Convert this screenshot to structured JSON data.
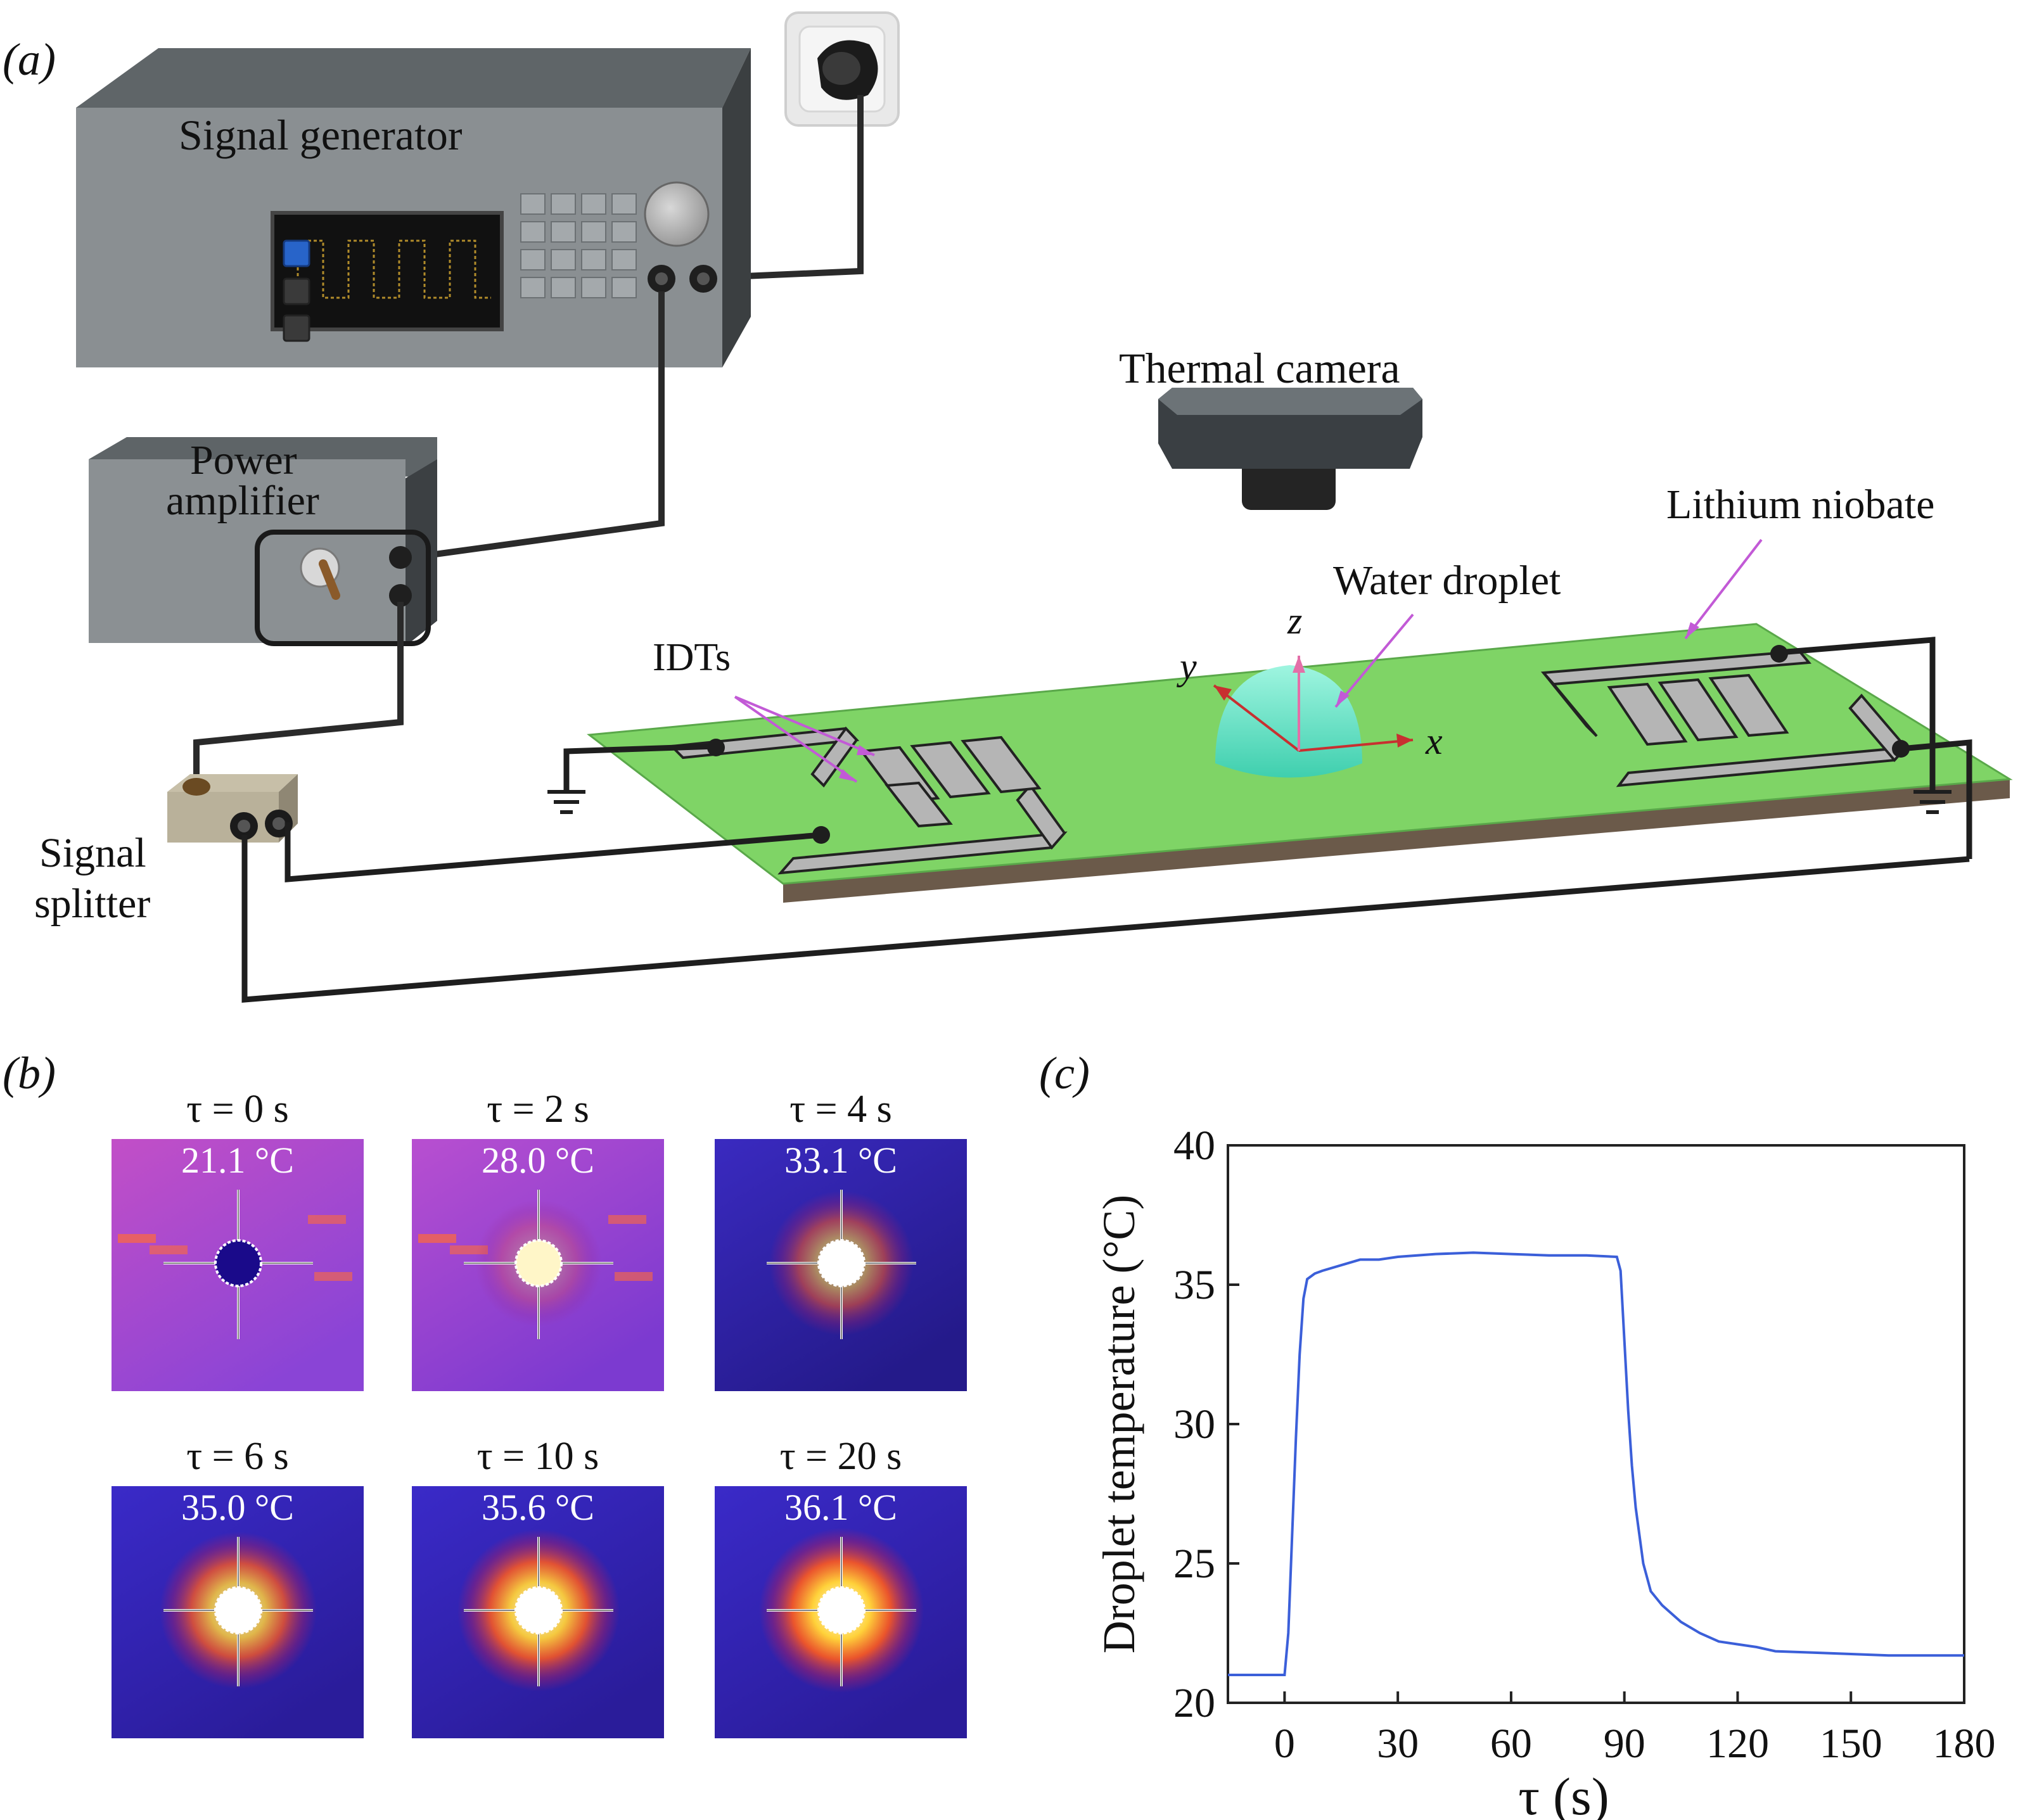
{
  "panels": {
    "a": "(a)",
    "b": "(b)",
    "c": "(c)"
  },
  "setup_labels": {
    "signal_generator": "Signal generator",
    "power_amplifier_line1": "Power",
    "power_amplifier_line2": "amplifier",
    "signal_splitter_line1": "Signal",
    "signal_splitter_line2": "splitter",
    "thermal_camera": "Thermal camera",
    "lithium_niobate": "Lithium niobate",
    "water_droplet": "Water droplet",
    "idts": "IDTs",
    "axis_x": "x",
    "axis_y": "y",
    "axis_z": "z"
  },
  "thermal_frames": [
    {
      "time": "τ = 0 s",
      "temp": "21.1 °C"
    },
    {
      "time": "τ = 2 s",
      "temp": "28.0 °C"
    },
    {
      "time": "τ = 4 s",
      "temp": "33.1 °C"
    },
    {
      "time": "τ = 6 s",
      "temp": "35.0 °C"
    },
    {
      "time": "τ = 10 s",
      "temp": "35.6 °C"
    },
    {
      "time": "τ = 20 s",
      "temp": "36.1 °C"
    }
  ],
  "chart_data": {
    "type": "line",
    "xlabel": "τ (s)",
    "ylabel": "Droplet temperature (°C)",
    "xlim": [
      -15,
      180
    ],
    "ylim": [
      20,
      40
    ],
    "xticks": [
      0,
      30,
      60,
      90,
      120,
      150,
      180
    ],
    "yticks": [
      20,
      25,
      30,
      35,
      40
    ],
    "series": [
      {
        "color": "#3b5fd9",
        "points": [
          [
            -15,
            21.0
          ],
          [
            0,
            21.0
          ],
          [
            1,
            22.5
          ],
          [
            2,
            26.0
          ],
          [
            3,
            29.5
          ],
          [
            4,
            32.5
          ],
          [
            5,
            34.5
          ],
          [
            6,
            35.2
          ],
          [
            8,
            35.4
          ],
          [
            10,
            35.5
          ],
          [
            15,
            35.7
          ],
          [
            20,
            35.9
          ],
          [
            25,
            35.9
          ],
          [
            30,
            36.0
          ],
          [
            40,
            36.1
          ],
          [
            50,
            36.15
          ],
          [
            60,
            36.1
          ],
          [
            70,
            36.05
          ],
          [
            80,
            36.05
          ],
          [
            88,
            36.0
          ],
          [
            89,
            35.5
          ],
          [
            90,
            33.0
          ],
          [
            91,
            30.5
          ],
          [
            92,
            28.5
          ],
          [
            93,
            27.0
          ],
          [
            95,
            25.0
          ],
          [
            97,
            24.0
          ],
          [
            100,
            23.5
          ],
          [
            105,
            22.9
          ],
          [
            110,
            22.5
          ],
          [
            115,
            22.2
          ],
          [
            120,
            22.1
          ],
          [
            125,
            22.0
          ],
          [
            130,
            21.85
          ],
          [
            140,
            21.8
          ],
          [
            150,
            21.75
          ],
          [
            160,
            21.7
          ],
          [
            170,
            21.7
          ],
          [
            180,
            21.7
          ]
        ]
      }
    ]
  }
}
